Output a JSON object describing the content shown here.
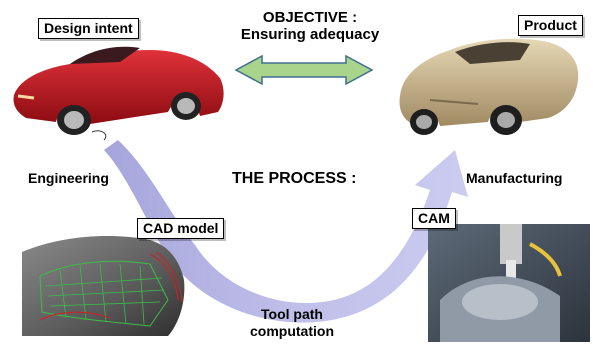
{
  "objective": {
    "line1": "OBJECTIVE :",
    "line2": "Ensuring adequacy"
  },
  "labels": {
    "design_intent": "Design intent",
    "product": "Product",
    "cad_model": "CAD model",
    "cam": "CAM",
    "engineering": "Engineering",
    "manufacturing": "Manufacturing",
    "the_process": "THE PROCESS :",
    "tool_path_line1": "Tool path",
    "tool_path_line2": "computation"
  },
  "colors": {
    "flow_arrow": "#a7a6dd",
    "double_arrow_fill": "#a8d48c",
    "double_arrow_stroke": "#3f6f8f",
    "red_car": "#c0141c",
    "silver_car": "#c9b58f"
  },
  "icons": [
    "double-arrow-icon",
    "process-flow-arrow-icon"
  ]
}
